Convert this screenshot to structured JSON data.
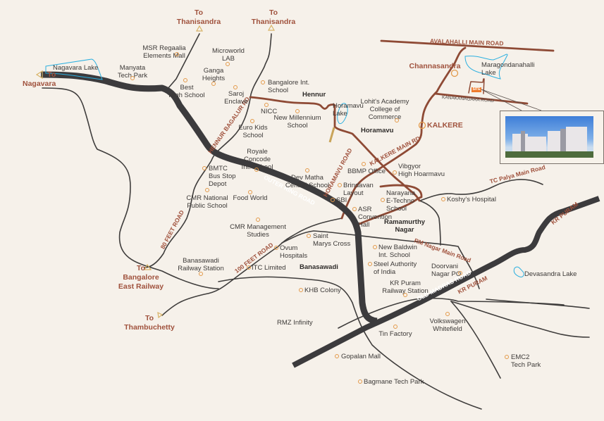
{
  "destinations": {
    "nagavara": [
      "To",
      "Nagavara"
    ],
    "thanisandra_1": [
      "To",
      "Thanisandra"
    ],
    "thanisandra_2": [
      "To",
      "Thanisandra"
    ],
    "bangalore_east": [
      "To",
      "Bangalore",
      "East Railway"
    ],
    "thambuchetty": [
      "To",
      "Thambuchetty"
    ]
  },
  "roads": {
    "outer_ring": "OUTER RING ROAD",
    "old_madras": "OLD MADRAS ROAD",
    "kr_puram_1": "KR PURAM",
    "kr_puram_2": "KR PURAM",
    "hennur_bagalur": "HENNUR BAGALUR RD",
    "eighty_feet": "80 FEET ROAD",
    "hundred_feet": "100 FEET ROAD",
    "horamavu": "HORAMAVU ROAD",
    "kalkere_main": "KALKERE MAIN RD",
    "avalahalli": "AVALAHALLI MAIN ROAD",
    "kanakanagara": "KANAKANAGARA ROAD",
    "tc_palya": "TC Palya Main Road",
    "rm_nagar": "RM Nagar Main Road"
  },
  "localities": {
    "hennur": "Hennur",
    "horamavu": "Horamavu",
    "ramamurthy": [
      "Ramamurthy",
      "Nagar"
    ],
    "banasawadi": "Banasawadi",
    "channasandra": "Channasandra",
    "kalkere": "KALKERE"
  },
  "lakes": {
    "nagavara": "Nagavara Lake",
    "horamavu": [
      "Horamavu",
      "Lake"
    ],
    "maragondanahalli": [
      "Maragondanahalli",
      "Lake"
    ],
    "devasandra": "Devasandra Lake"
  },
  "pois": {
    "msr": [
      "MSR Regaalia",
      "Elements Mall"
    ],
    "manyata": [
      "Manyata",
      "Tech Park"
    ],
    "best": [
      "Best",
      "High School"
    ],
    "microworld": [
      "Microworld",
      "LAB"
    ],
    "ganga": [
      "Ganga",
      "Heights"
    ],
    "saroj": [
      "Saroj",
      "Enclave"
    ],
    "bangalore_int": [
      "Bangalore Int.",
      "School"
    ],
    "nicc": "NICC",
    "new_millennium": [
      "New Millennium",
      "School"
    ],
    "euro_kids": [
      "Euro Kids",
      "School"
    ],
    "lohit": [
      "Lohit's Academy",
      "College of",
      "Commerce"
    ],
    "royale": [
      "Royale",
      "Concode",
      "Int. School"
    ],
    "bmtc": [
      "BMTC",
      "Bus Stop",
      "Depot"
    ],
    "dev_matha": [
      "Dev Matha",
      "Central School"
    ],
    "bbmp": "BBMP Office",
    "vibgyor": [
      "Vibgyor",
      "High Hoarmavu"
    ],
    "brindavan": [
      "Brindavan",
      "Layout"
    ],
    "sbi": "SBI",
    "cmr_national": [
      "CMR National",
      "Public School"
    ],
    "food_world": "Food World",
    "narayana": [
      "Narayana",
      "E-Techno",
      "School"
    ],
    "asr": [
      "ASR",
      "Convention",
      "Hall"
    ],
    "koshys": "Koshy's Hospital",
    "cmr_mgmt": [
      "CMR Management",
      "Studies"
    ],
    "saint_marys": [
      "Saint",
      "Marys Cross"
    ],
    "ovum": [
      "Ovum",
      "Hospitals"
    ],
    "new_baldwin": [
      "New Baldwin",
      "Int. School"
    ],
    "banasawadi_rly": [
      "Banasawadi",
      "Railway Station"
    ],
    "itc": "ITC Limited",
    "steel": [
      "Steel Authority",
      "of India"
    ],
    "doorvani": [
      "Doorvani",
      "Nagar PO"
    ],
    "kr_puram_rly": [
      "KR Puram",
      "Railway Station"
    ],
    "khb": "KHB Colony",
    "rmz": "RMZ Infinity",
    "volkswagen": [
      "Volkswagen",
      "Whitefield"
    ],
    "tin_factory": "Tin Factory",
    "emc2": [
      "EMC2",
      "Tech Park"
    ],
    "gopalan": "Gopalan Mall",
    "bagmane": "Bagmane Tech Park"
  },
  "site_marker": "SITE",
  "colors": {
    "background": "#f6f1ea",
    "major_road": "#3c3b3d",
    "minor_road": "#3f3d3c",
    "brown_road": "#8e4a35",
    "destination_text": "#a0523d",
    "poi_marker": "#e39a4a",
    "lake": "#2cb0e0",
    "site": "#ee7a2c"
  }
}
